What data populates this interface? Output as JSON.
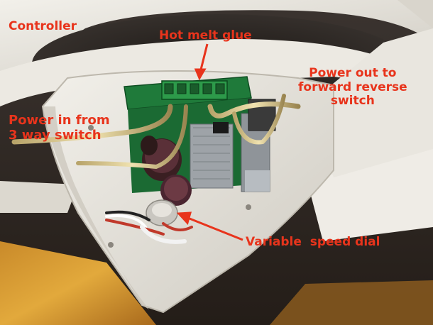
{
  "labels": {
    "controller": "Controller",
    "hot_melt_glue": "Hot melt glue",
    "power_in": [
      "Power in from",
      "3 way switch"
    ],
    "power_out": [
      "Power out to",
      "forward reverse",
      "switch"
    ],
    "speed_dial": "Variable  speed dial"
  },
  "colors": {
    "label_text": "#e8341c",
    "arrow": "#e8341c",
    "pcb": "#1f7a3a",
    "housing": "#e6e3dc"
  },
  "icons": [
    "arrow-icon"
  ]
}
